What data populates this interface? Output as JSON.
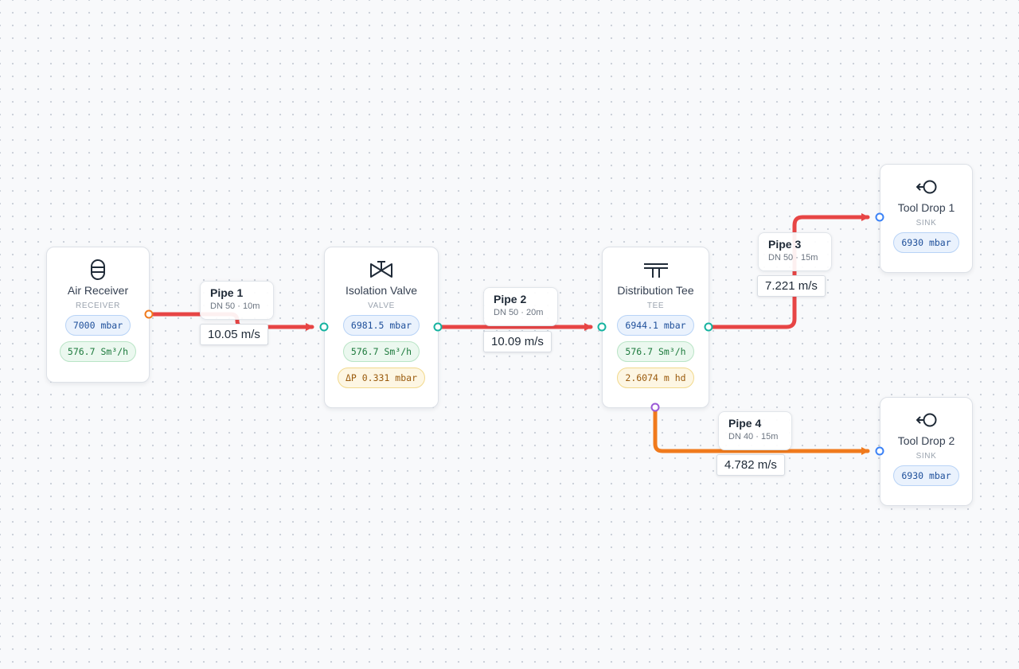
{
  "colors": {
    "pipe_red": "#e74545",
    "pipe_orange": "#f07a1c",
    "port_orange": "#f07a1c",
    "port_teal": "#16b3a0",
    "port_blue": "#3b82f6",
    "port_purple": "#9b59d6"
  },
  "nodes": {
    "receiver": {
      "icon": "receiver-tank-icon",
      "title": "Air Receiver",
      "type": "RECEIVER",
      "pressure": "7000 mbar",
      "flow": "576.7 Sm³/h"
    },
    "valve": {
      "icon": "valve-icon",
      "title": "Isolation Valve",
      "type": "VALVE",
      "pressure": "6981.5 mbar",
      "flow": "576.7 Sm³/h",
      "drop": "ΔP 0.331 mbar"
    },
    "tee": {
      "icon": "tee-icon",
      "title": "Distribution Tee",
      "type": "TEE",
      "pressure": "6944.1 mbar",
      "flow": "576.7 Sm³/h",
      "head": "2.6074 m hd"
    },
    "sink1": {
      "icon": "sink-icon",
      "title": "Tool Drop 1",
      "type": "SINK",
      "pressure": "6930 mbar"
    },
    "sink2": {
      "icon": "sink-icon",
      "title": "Tool Drop 2",
      "type": "SINK",
      "pressure": "6930 mbar"
    }
  },
  "pipes": {
    "pipe1": {
      "name": "Pipe 1",
      "spec": "DN 50 · 10m",
      "velocity": "10.05 m/s"
    },
    "pipe2": {
      "name": "Pipe 2",
      "spec": "DN 50 · 20m",
      "velocity": "10.09 m/s"
    },
    "pipe3": {
      "name": "Pipe 3",
      "spec": "DN 50 · 15m",
      "velocity": "7.221 m/s"
    },
    "pipe4": {
      "name": "Pipe 4",
      "spec": "DN 40 · 15m",
      "velocity": "4.782 m/s"
    }
  }
}
